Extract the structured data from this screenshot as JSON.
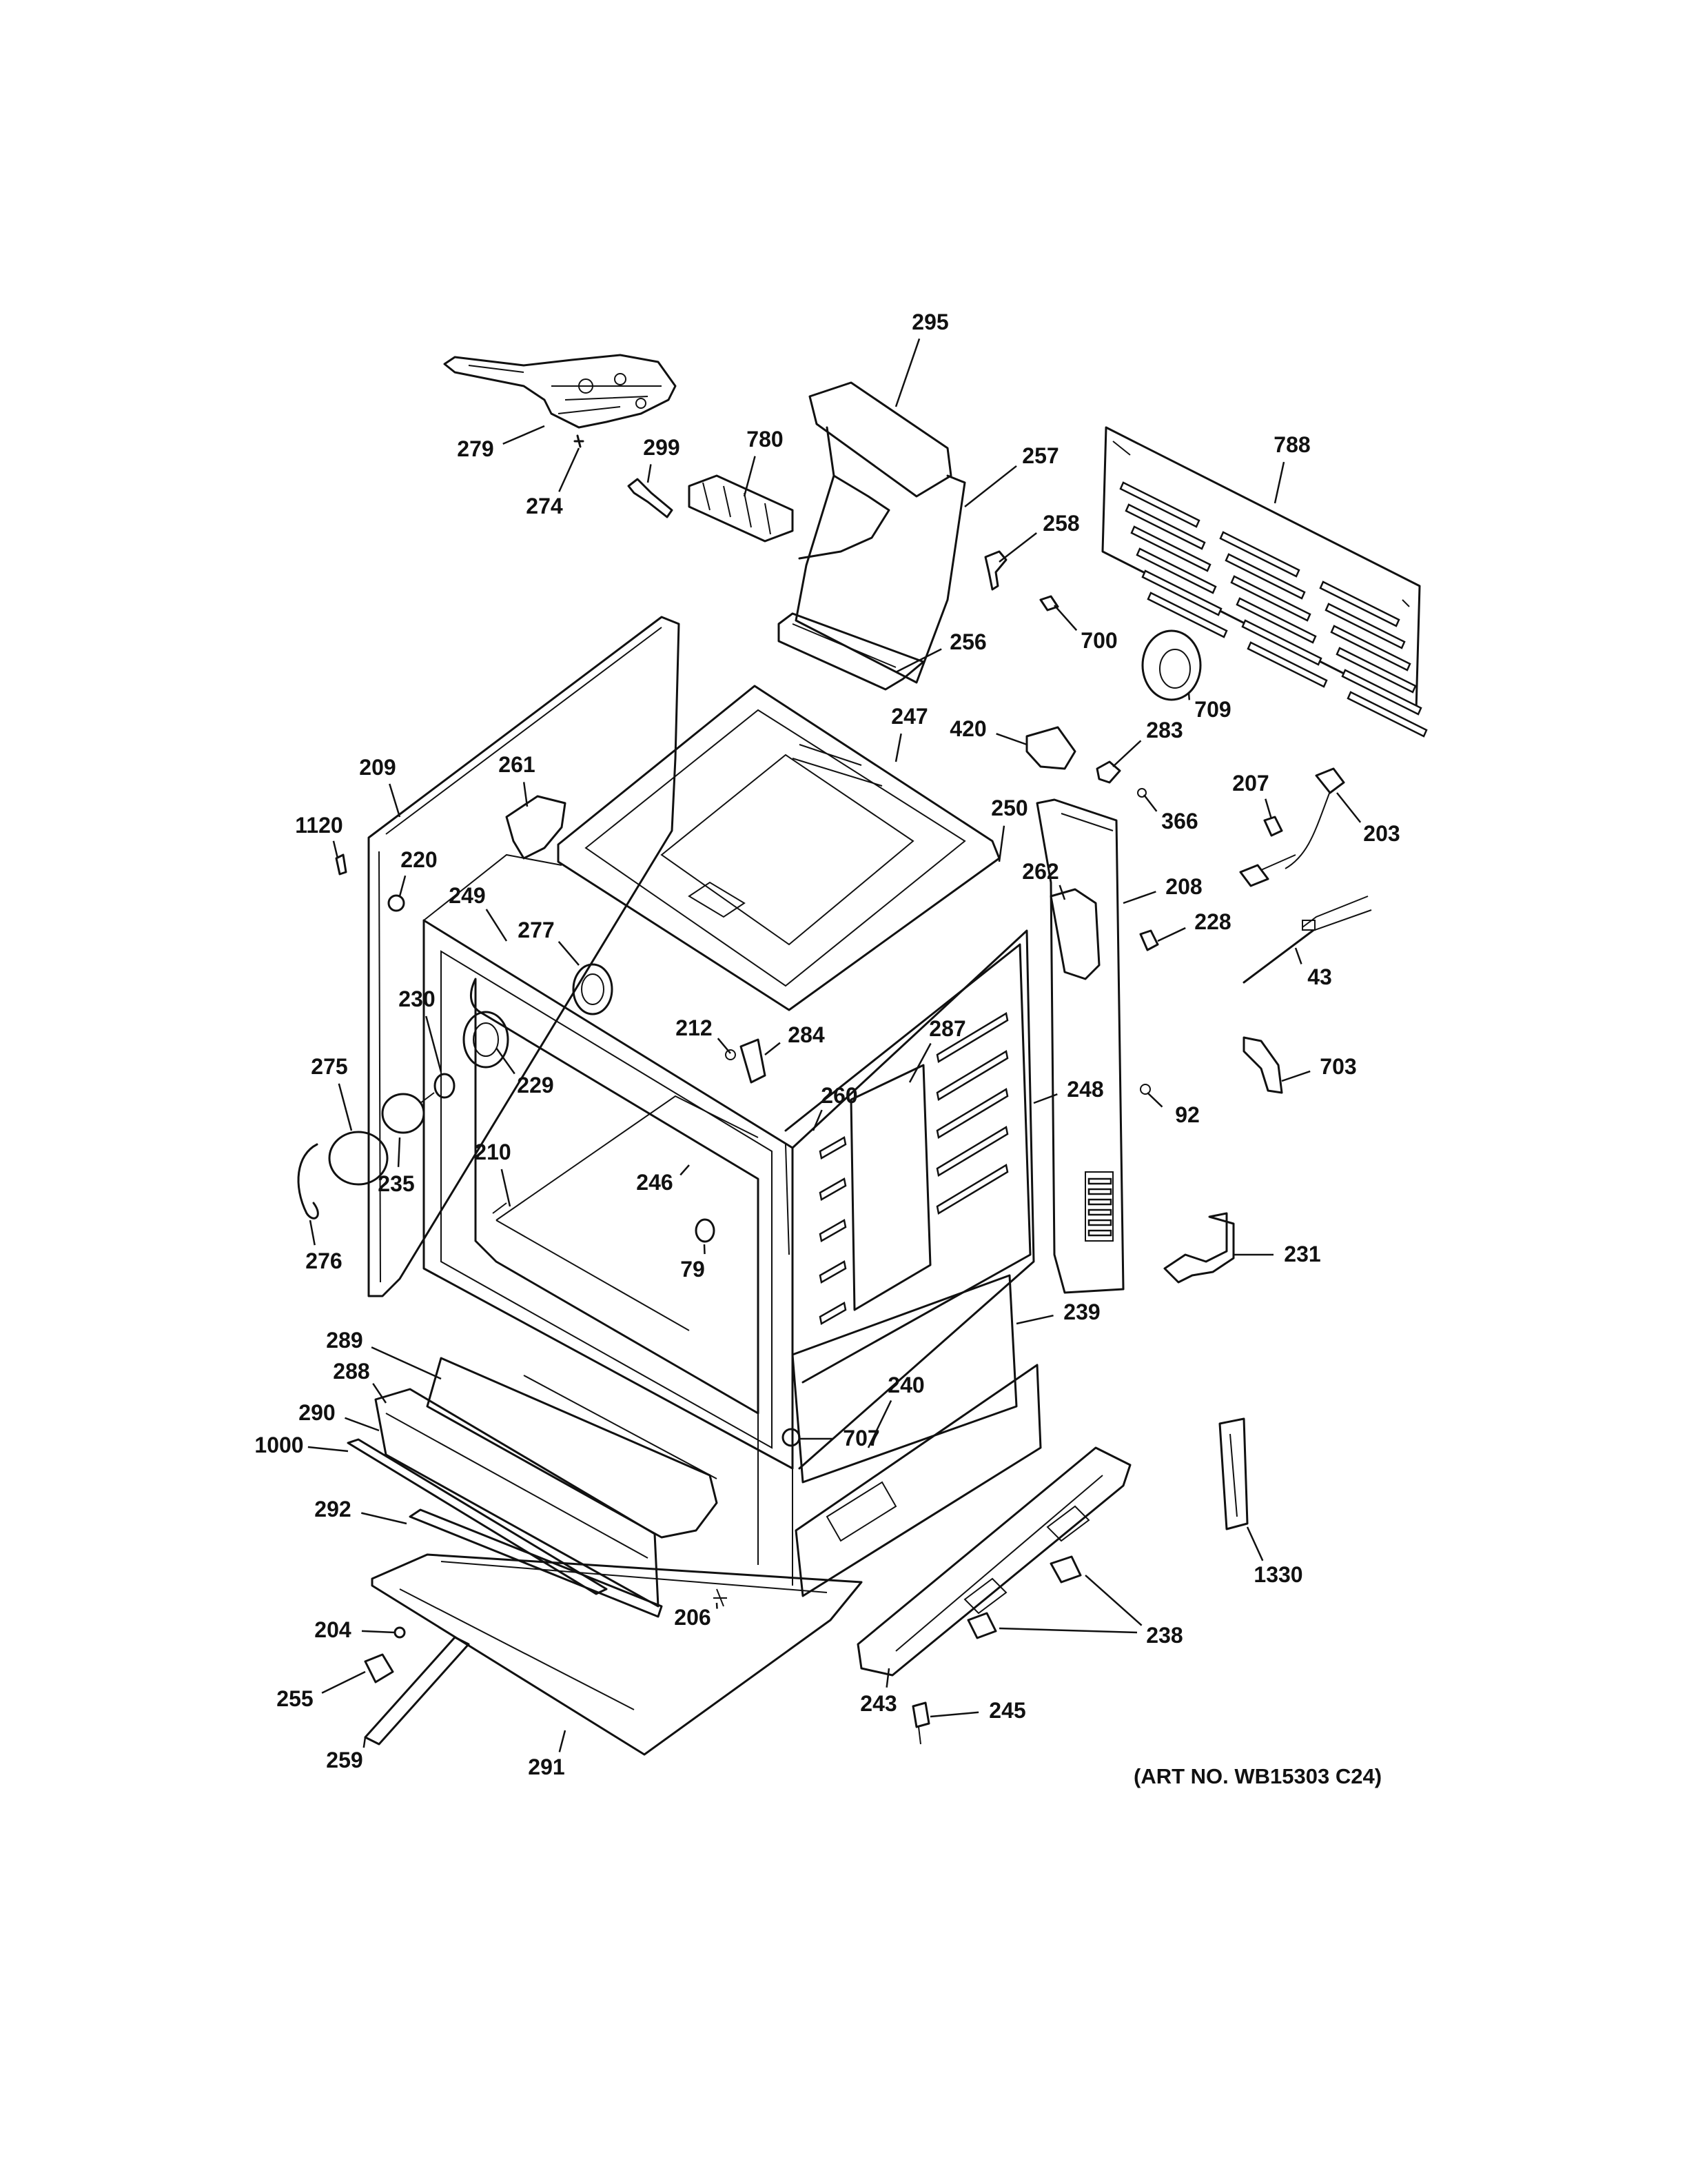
{
  "diagram": {
    "art_number": "(ART NO. WB15303 C24)",
    "callouts": [
      "295",
      "279",
      "299",
      "780",
      "257",
      "274",
      "258",
      "788",
      "700",
      "256",
      "709",
      "247",
      "420",
      "283",
      "209",
      "261",
      "207",
      "1120",
      "250",
      "366",
      "203",
      "220",
      "208",
      "249",
      "262",
      "228",
      "277",
      "43",
      "212",
      "284",
      "287",
      "230",
      "248",
      "229",
      "275",
      "260",
      "703",
      "92",
      "210",
      "246",
      "235",
      "79",
      "231",
      "276",
      "239",
      "289",
      "288",
      "240",
      "290",
      "707",
      "1000",
      "1330",
      "292",
      "204",
      "206",
      "238",
      "255",
      "243",
      "245",
      "259",
      "291"
    ]
  }
}
